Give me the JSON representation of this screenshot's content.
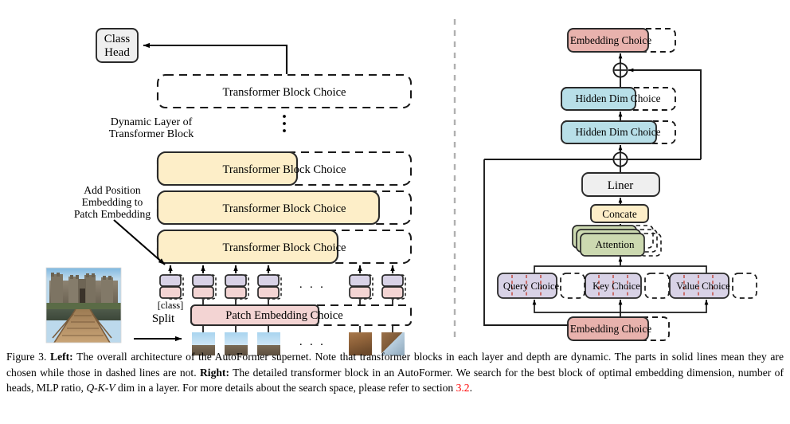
{
  "figure": {
    "label": "Figure 3.",
    "caption_left_tag": "Left:",
    "caption_part1": " The overall architecture of the AutoFormer supernet. Note that transformer blocks in each layer and depth are dynamic. The parts in solid lines mean they are chosen while those in dashed lines are not. ",
    "caption_right_tag": "Right:",
    "caption_part2": " The detailed transformer block in an AutoFormer. We search for the best block of optimal embedding dimension, number of heads, MLP ratio, ",
    "caption_math": "Q-K-V",
    "caption_part3": " dim in a layer. For more details about the search space, please refer to section ",
    "caption_ref": "3.2",
    "caption_end": "."
  },
  "left_panel": {
    "class_head": "Class\nHead",
    "class_head_line1": "Class",
    "class_head_line2": "Head",
    "dynamic_layer_label_line1": "Dynamic Layer of",
    "dynamic_layer_label_line2": "Transformer Block",
    "ellipsis_vertical": "⋮",
    "add_position_label_line1": "Add Position",
    "add_position_label_line2": "Embedding to",
    "add_position_label_line3": "Patch Embedding",
    "class_token_label": "[class]",
    "patch_embedding_label": "Patch Embedding Choice",
    "split_label": "Split",
    "patch_ellipsis": "· · ·",
    "token_ellipsis": "· · ·",
    "blocks": [
      {
        "label": "Transformer Block Choice",
        "chosen": false,
        "solid_width": 0
      },
      {
        "label": "Transformer Block Choice",
        "chosen": true,
        "solid_width": 175
      },
      {
        "label": "Transformer Block Choice",
        "chosen": true,
        "solid_width": 278
      },
      {
        "label": "Transformer Block Choice",
        "chosen": true,
        "solid_width": 226
      }
    ]
  },
  "right_panel": {
    "embedding_top": "Embedding Choice",
    "hidden_dim_upper": "Hidden Dim Choice",
    "hidden_dim_upper_solid_text": "Hidden Dim",
    "hidden_dim_lower": "Hidden Dim Choice",
    "liner": "Liner",
    "concate": "Concate",
    "attention": "Attention",
    "query": "Query Choice",
    "key": "Key Choice",
    "value": "Value Choice",
    "embedding_bottom": "Embedding Choice",
    "add_symbol": "⊕"
  },
  "colors": {
    "yellow_fill": "#fdeec8",
    "yellow_stroke": "#3a3a3a",
    "pink_fill": "#f3d4d3",
    "pink_stroke": "#3a3a3a",
    "rose_fill": "#e8b2ad",
    "lavender_fill": "#d8d2e6",
    "blue_fill": "#b8dfe8",
    "green_fill": "#ccd9b0",
    "gray_fill": "#efefef",
    "dash_stroke": "#1a1a1a",
    "red_dash": "#c0392b",
    "divider": "#b0b0b0",
    "link_red": "#ff0000"
  }
}
